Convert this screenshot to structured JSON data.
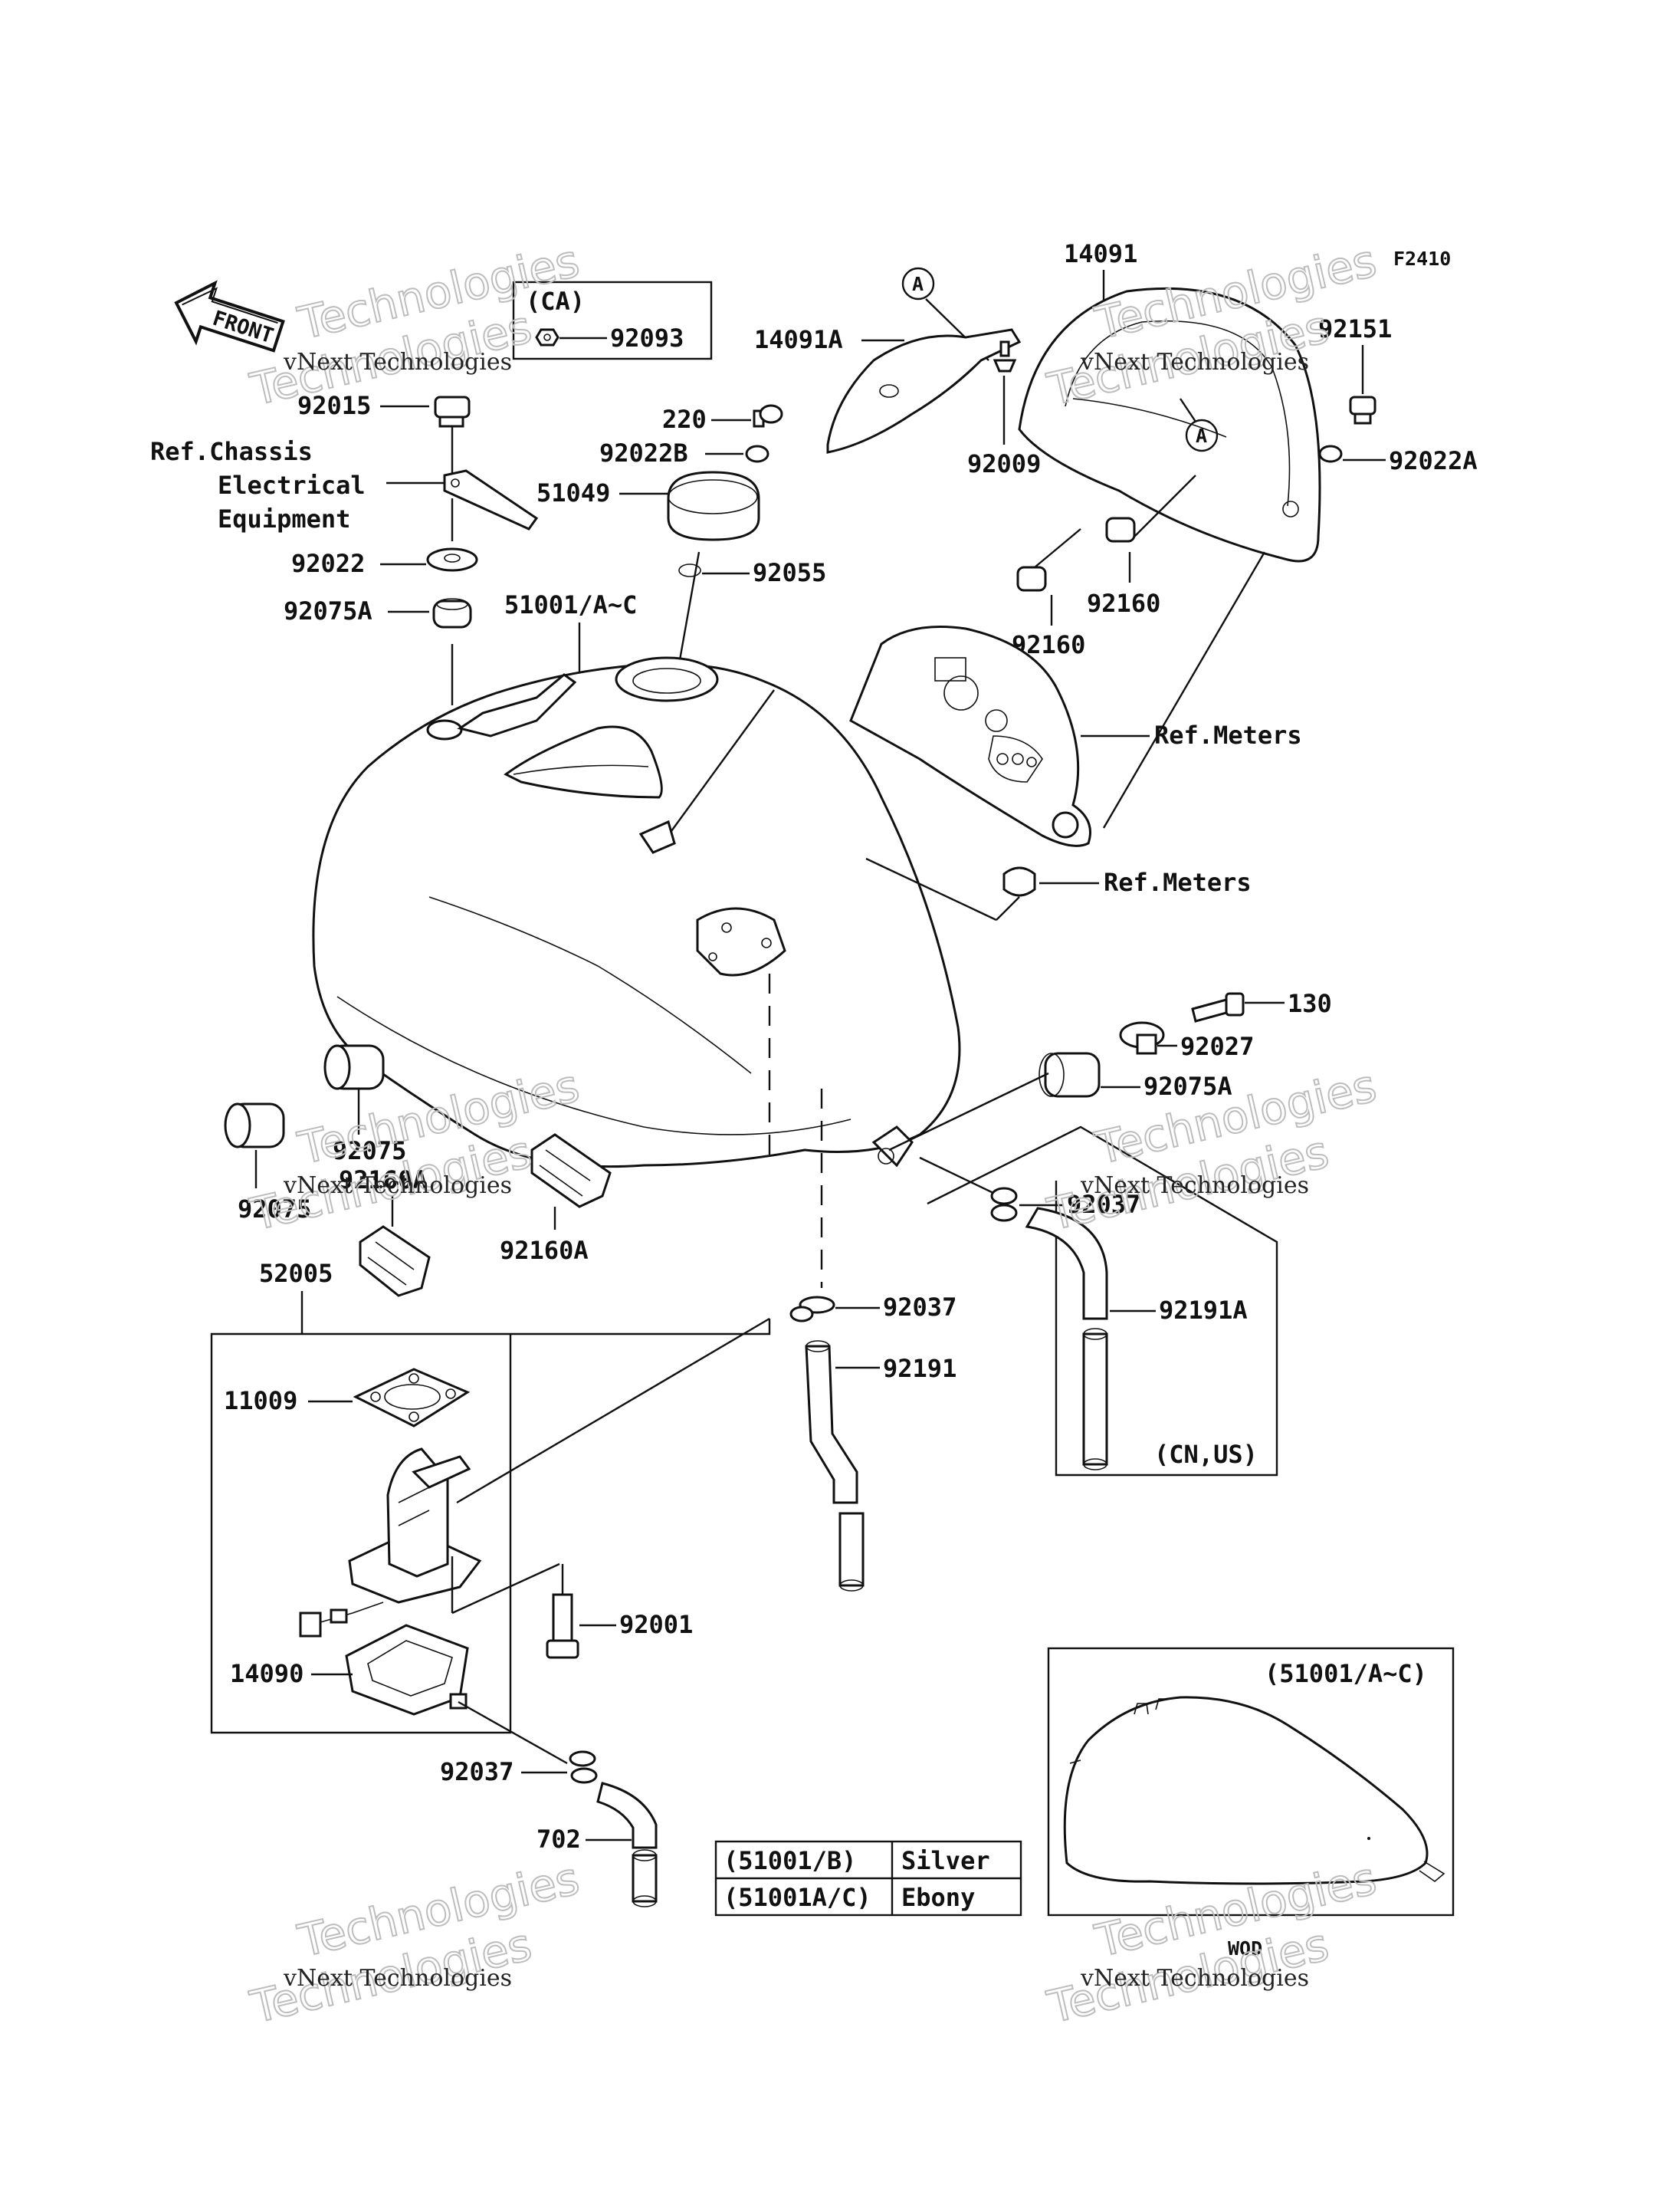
{
  "figure_code": "F2410",
  "front_arrow": "FRONT",
  "watermark": {
    "line1": "vNext Technologies",
    "line2": "Technologies"
  },
  "labels": {
    "p14091": "14091",
    "p14091A": "14091A",
    "p92009": "92009",
    "p92151": "92151",
    "p92022A": "92022A",
    "p92160a": "92160",
    "p92160b": "92160",
    "p92093": "92093",
    "p92015": "92015",
    "ref_chassis": "Ref.Chassis",
    "ref_electrical": "Electrical",
    "ref_equipment": "Equipment",
    "p220": "220",
    "p92022B": "92022B",
    "p51049": "51049",
    "p92022": "92022",
    "p92055": "92055",
    "p92075A_top": "92075A",
    "p51001": "51001/A~C",
    "ref_meters1": "Ref.Meters",
    "ref_meters2": "Ref.Meters",
    "p130": "130",
    "p92027": "92027",
    "p92075A_r": "92075A",
    "p92037_r": "92037",
    "p92191A": "92191A",
    "p92075_a": "92075",
    "p92160A_a": "92160A",
    "p92075_b": "92075",
    "p92160A_b": "92160A",
    "p52005": "52005",
    "p92037_m": "92037",
    "p92191": "92191",
    "p11009": "11009",
    "p92001": "92001",
    "p14090": "14090",
    "p92037_b": "92037",
    "p702": "702",
    "callout_A": "A"
  },
  "boxes": {
    "ca": "(CA)",
    "cnus": "(CN,US)",
    "inset": "(51001/A~C)",
    "wod": "WOD"
  },
  "color_table": [
    {
      "code": "(51001/B)",
      "color": "Silver"
    },
    {
      "code": "(51001A/C)",
      "color": "Ebony"
    }
  ]
}
